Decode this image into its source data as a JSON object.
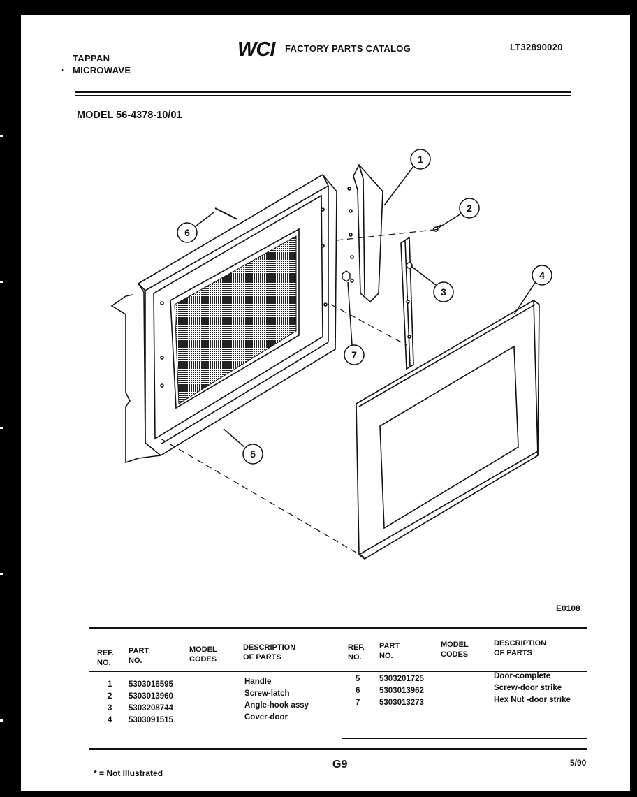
{
  "header": {
    "brand_line1": "TAPPAN",
    "brand_line2": "MICROWAVE",
    "logo_text": "WCI",
    "catalog_title": "FACTORY PARTS CATALOG",
    "catalog_code": "LT32890020",
    "model": "MODEL 56-4378-10/01"
  },
  "diagram": {
    "callouts": [
      "1",
      "2",
      "3",
      "4",
      "5",
      "6",
      "7"
    ],
    "figure_code": "E0108"
  },
  "table": {
    "headers": {
      "ref": "REF.\nNO.",
      "part": "PART\nNO.",
      "model": "MODEL\nCODES",
      "desc": "DESCRIPTION\nOF PARTS"
    },
    "left_rows": [
      {
        "ref": "1",
        "part": "5303016595",
        "model": "",
        "desc": "Handle"
      },
      {
        "ref": "2",
        "part": "5303013960",
        "model": "",
        "desc": "Screw-latch"
      },
      {
        "ref": "3",
        "part": "5303208744",
        "model": "",
        "desc": "Angle-hook assy"
      },
      {
        "ref": "4",
        "part": "5303091515",
        "model": "",
        "desc": "Cover-door"
      }
    ],
    "right_rows": [
      {
        "ref": "5",
        "part": "5303201725",
        "model": "",
        "desc": "Door-complete"
      },
      {
        "ref": "6",
        "part": "5303013962",
        "model": "",
        "desc": "Screw-door strike"
      },
      {
        "ref": "7",
        "part": "5303013273",
        "model": "",
        "desc": "Hex Nut -door strike"
      }
    ]
  },
  "footer": {
    "note": "* = Not Illustrated",
    "page": "G9",
    "date": "5/90"
  }
}
